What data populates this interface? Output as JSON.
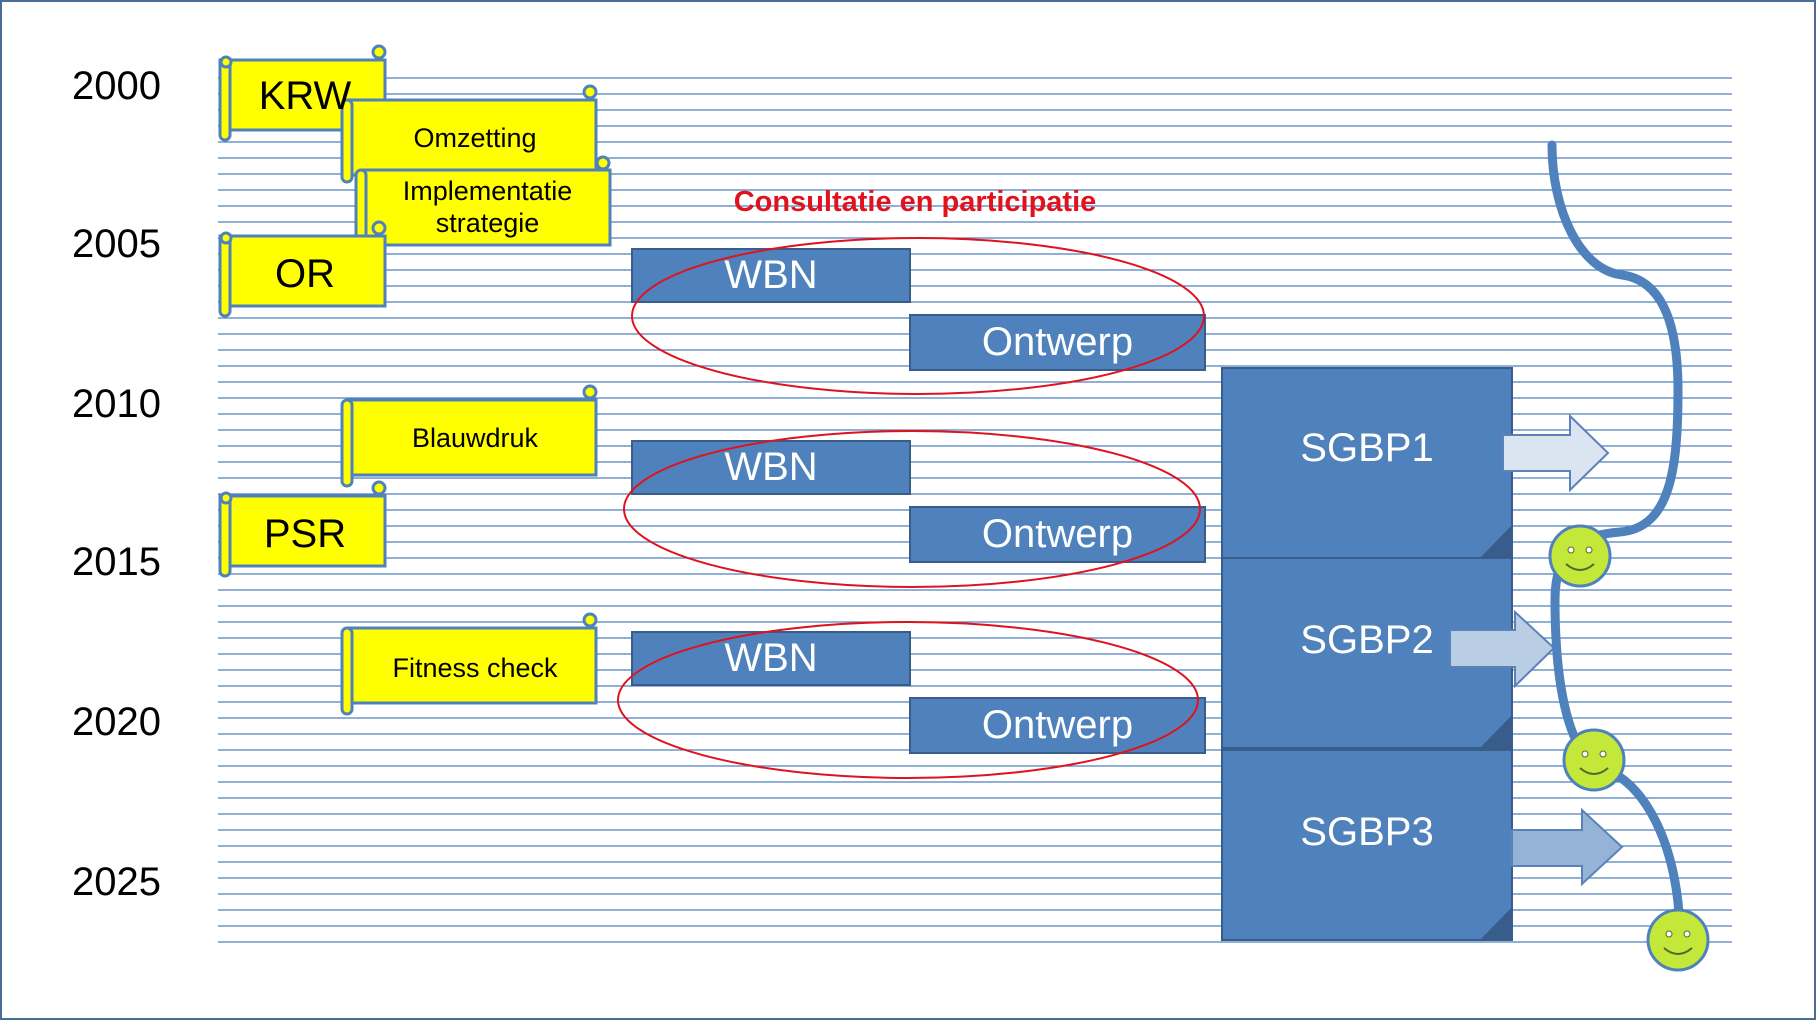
{
  "years": [
    "2000",
    "2005",
    "2010",
    "2015",
    "2020",
    "2025"
  ],
  "scrolls": {
    "krw": "KRW",
    "omzetting": "Omzetting",
    "implementatie_line1": "Implementatie",
    "implementatie_line2": "strategie",
    "or": "OR",
    "blauwdruk": "Blauwdruk",
    "psr": "PSR",
    "fitness": "Fitness check"
  },
  "consultation_title": "Consultatie en participatie",
  "cycles": [
    {
      "wbn": "WBN",
      "ontwerp": "Ontwerp"
    },
    {
      "wbn": "WBN",
      "ontwerp": "Ontwerp"
    },
    {
      "wbn": "WBN",
      "ontwerp": "Ontwerp"
    }
  ],
  "plans": [
    "SGBP1",
    "SGBP2",
    "SGBP3"
  ],
  "colors": {
    "scroll_fill": "#ffff00",
    "box_fill": "#4f81bd",
    "box_dark": "#385d8a",
    "ellipse": "#e0121e",
    "line": "#4f81bd",
    "smiley": "#c4e83a"
  }
}
